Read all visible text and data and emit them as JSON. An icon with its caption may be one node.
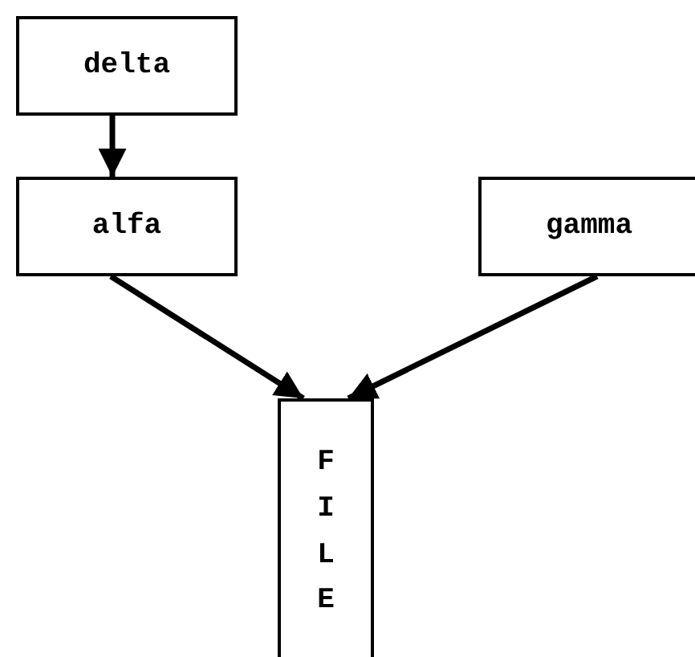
{
  "diagram": {
    "nodes": [
      {
        "text": [
          "delta"
        ]
      },
      {
        "text": [
          "alfa"
        ]
      },
      {
        "text": [
          "gamma"
        ]
      },
      {
        "text": [
          "FILE"
        ]
      }
    ],
    "edges": [
      {
        "from": 0,
        "to": 1,
        "arrow": "to"
      },
      {
        "from": 1,
        "to": 3,
        "arrow": "to"
      },
      {
        "from": 2,
        "to": 3,
        "arrow": "to"
      }
    ]
  }
}
